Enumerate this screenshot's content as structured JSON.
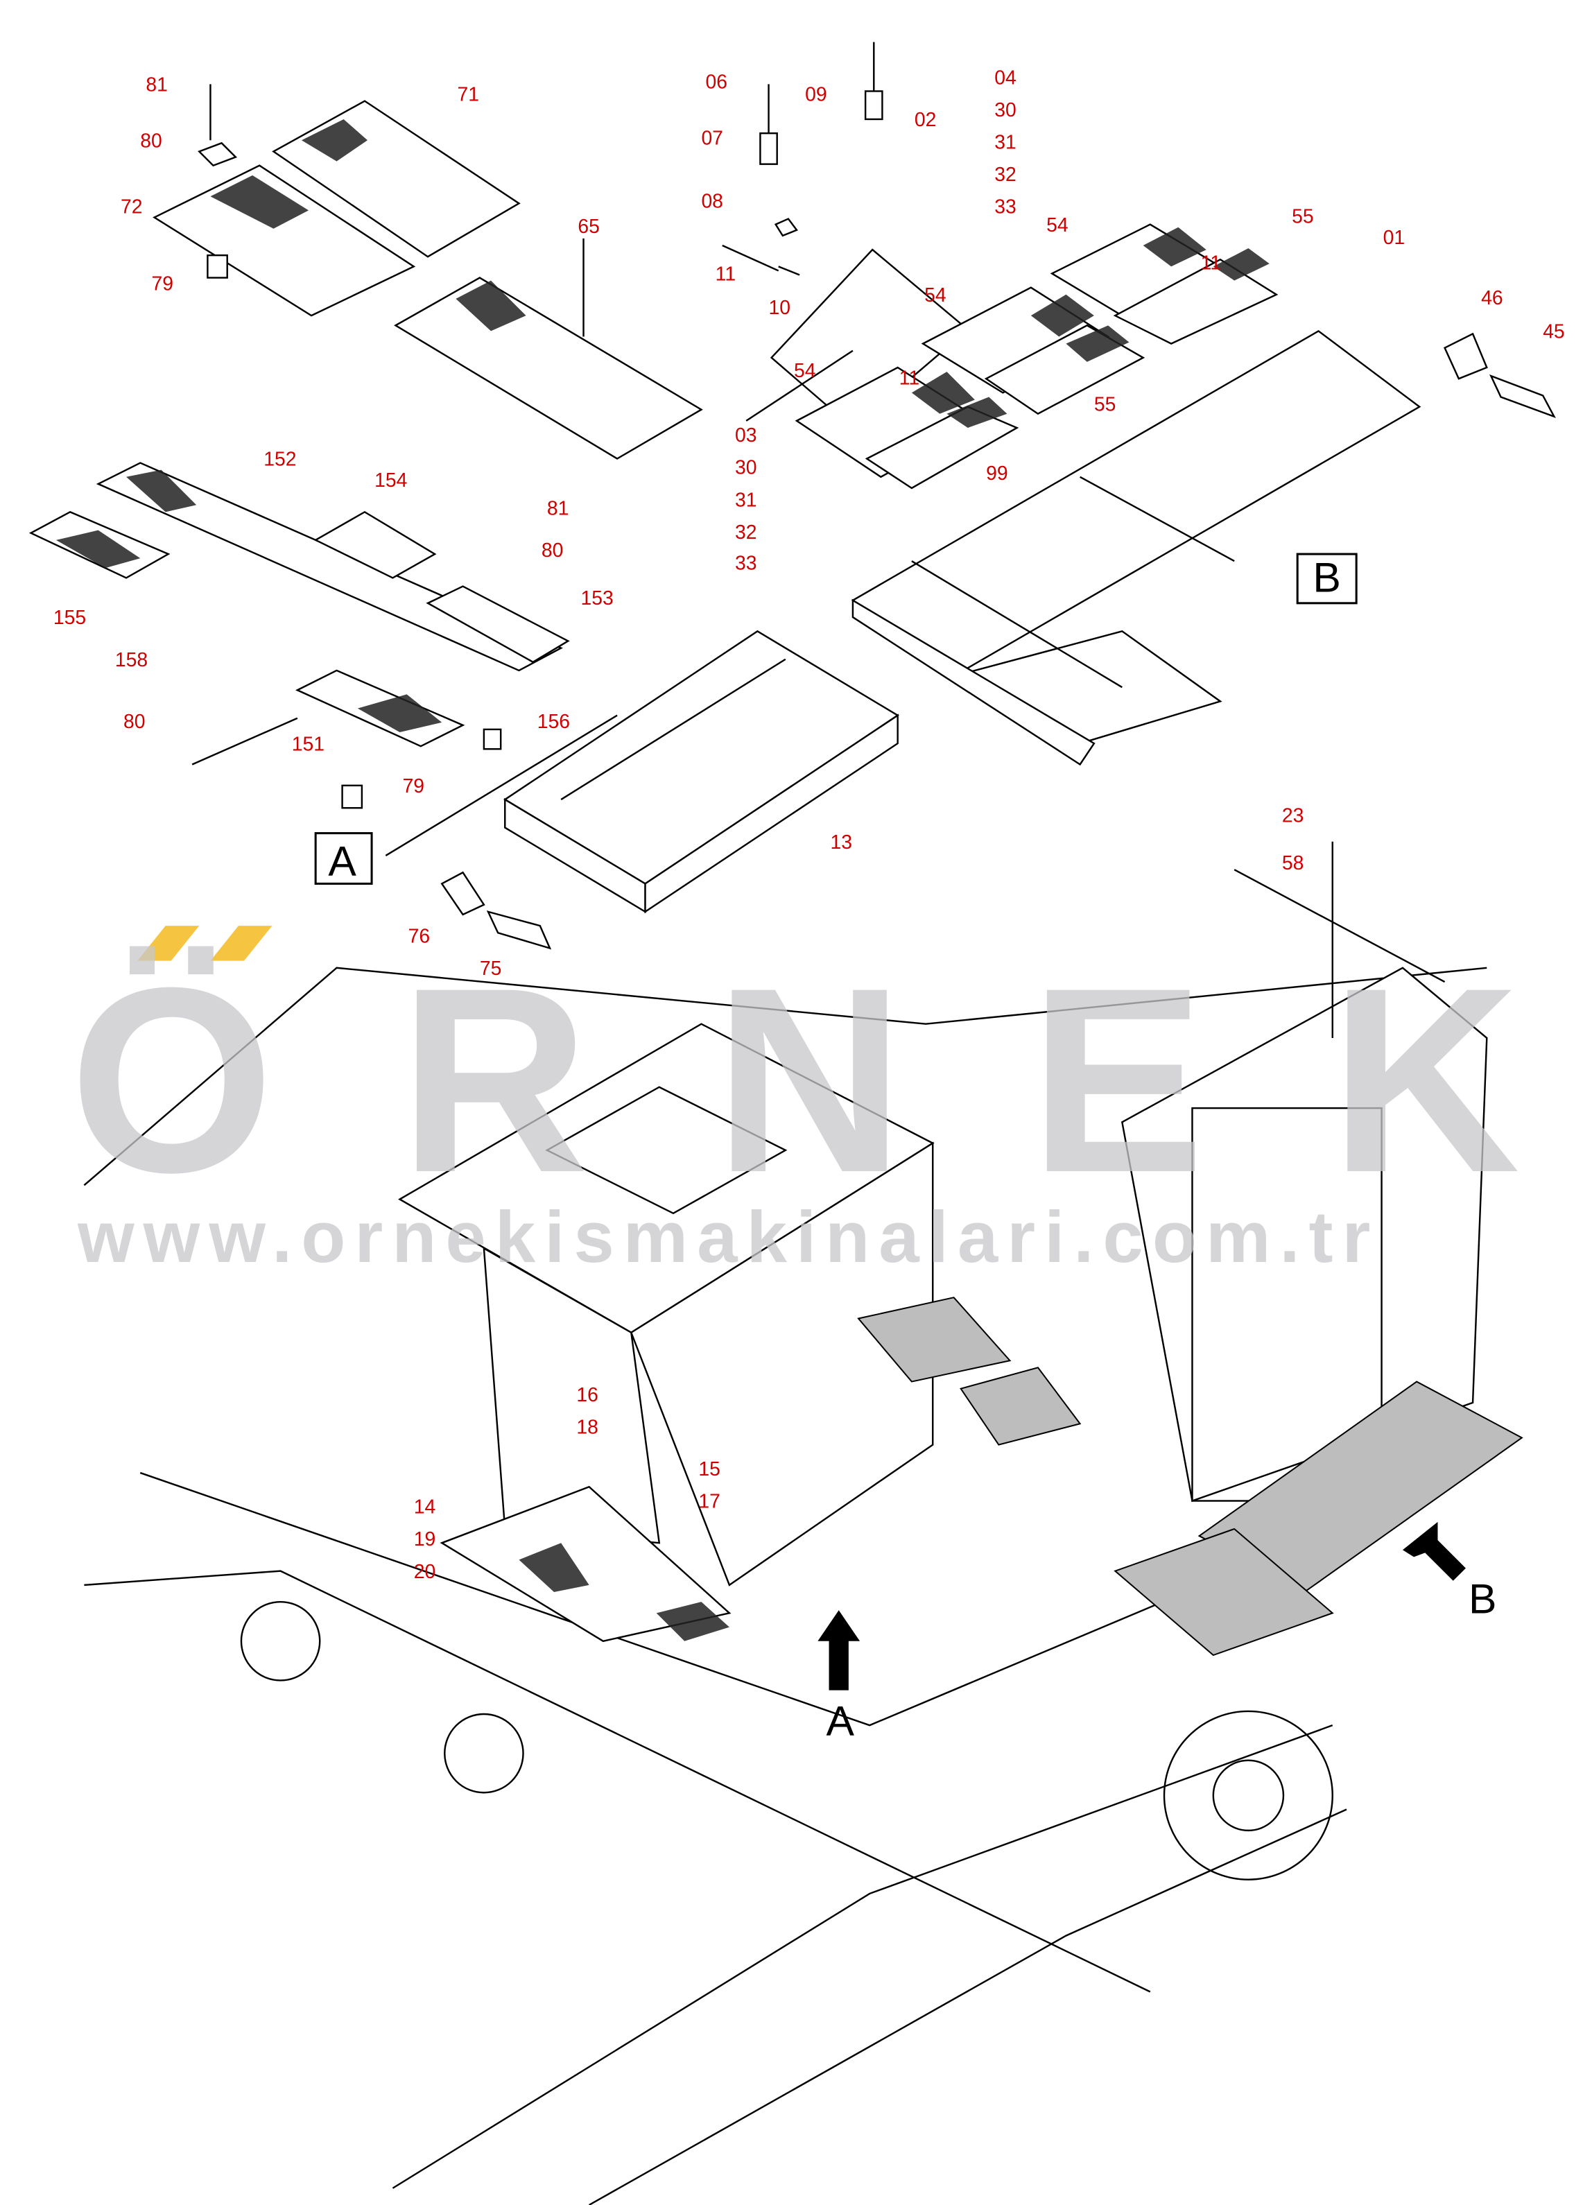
{
  "watermark": {
    "brand": "ÖRNEK",
    "url": "www.ornekismakinalari.com.tr",
    "accent": "#f5c542"
  },
  "callouts": [
    "81",
    "71",
    "80",
    "72",
    "79",
    "65",
    "06",
    "07",
    "08",
    "09",
    "02",
    "04",
    "30",
    "31",
    "32",
    "33",
    "11",
    "10",
    "54",
    "55",
    "01",
    "11",
    "46",
    "45",
    "54",
    "55",
    "11",
    "54",
    "99",
    "03",
    "30",
    "31",
    "32",
    "33",
    "152",
    "154",
    "81",
    "80",
    "153",
    "155",
    "158",
    "80",
    "151",
    "156",
    "79",
    "13",
    "76",
    "75",
    "23",
    "58",
    "16",
    "18",
    "15",
    "17",
    "14",
    "19",
    "20"
  ],
  "view_labels": {
    "box_a": "A",
    "box_b": "B",
    "arrow_a": "A",
    "arrow_b": "B"
  },
  "colors": {
    "callout": "#d00000",
    "line": "#000000",
    "shaded": "#bdbdbd"
  }
}
